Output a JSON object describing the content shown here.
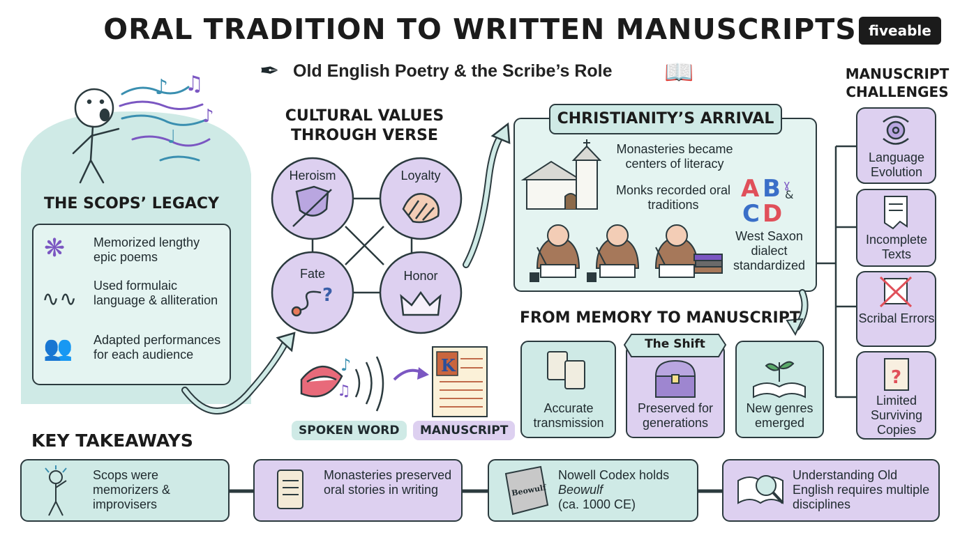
{
  "title": "ORAL TRADITION TO WRITTEN MANUSCRIPTS",
  "subtitle": "Old English Poetry & the Scribe’s Role",
  "logo": "fiveable",
  "scops": {
    "heading": "THE SCOPS’ LEGACY",
    "items": [
      {
        "text": "Memorized lengthy epic poems",
        "icon": "brain-gear-icon"
      },
      {
        "text": "Used formulaic language & alliteration",
        "icon": "sound-wave-icon"
      },
      {
        "text": "Adapted performances for each audience",
        "icon": "audience-icon"
      }
    ]
  },
  "values": {
    "heading": "CULTURAL VALUES THROUGH VERSE",
    "nodes": [
      {
        "label": "Heroism",
        "icon": "shield-sword-icon"
      },
      {
        "label": "Loyalty",
        "icon": "handshake-icon"
      },
      {
        "label": "Fate",
        "icon": "winding-path-icon"
      },
      {
        "label": "Honor",
        "icon": "crown-icon"
      }
    ]
  },
  "spoken": {
    "spoken_label": "SPOKEN WORD",
    "manuscript_label": "MANUSCRIPT"
  },
  "christianity": {
    "heading": "CHRISTIANITY’S ARRIVAL",
    "line1": "Monasteries became centers of literacy",
    "line2": "Monks recorded oral traditions",
    "line3": "West Saxon dialect standardized"
  },
  "memory": {
    "heading": "FROM MEMORY TO MANUSCRIPT",
    "banner": "The Shift",
    "cards": [
      {
        "text": "Accurate transmission",
        "icon": "scrolls-icon"
      },
      {
        "text": "Preserved for generations",
        "icon": "treasure-chest-icon"
      },
      {
        "text": "New genres emerged",
        "icon": "book-sprout-icon"
      }
    ]
  },
  "challenges": {
    "heading": "MANUSCRIPT CHALLENGES",
    "items": [
      {
        "text": "Language Evolution",
        "icon": "gear-cycle-icon"
      },
      {
        "text": "Incomplete Texts",
        "icon": "torn-page-icon"
      },
      {
        "text": "Scribal Errors",
        "icon": "crossed-quill-icon"
      },
      {
        "text": "Limited Surviving Copies",
        "icon": "question-scroll-icon"
      }
    ]
  },
  "takeaways": {
    "heading": "KEY TAKEAWAYS",
    "items": [
      {
        "text": "Scops were memorizers & improvisers",
        "icon": "scop-icon"
      },
      {
        "text": "Monasteries preserved oral stories in writing",
        "icon": "scroll-icon"
      },
      {
        "pre": "Nowell Codex holds",
        "em": "Beowulf",
        "post": "(ca. 1000 CE)",
        "book_label": "Beowulf",
        "icon": "beowulf-book-icon"
      },
      {
        "text": "Understanding Old English requires multiple disciplines",
        "icon": "magnifier-book-icon"
      }
    ]
  },
  "colors": {
    "teal": "#cfeae6",
    "lavender": "#ddd0f0",
    "outline": "#2b3a3e"
  }
}
